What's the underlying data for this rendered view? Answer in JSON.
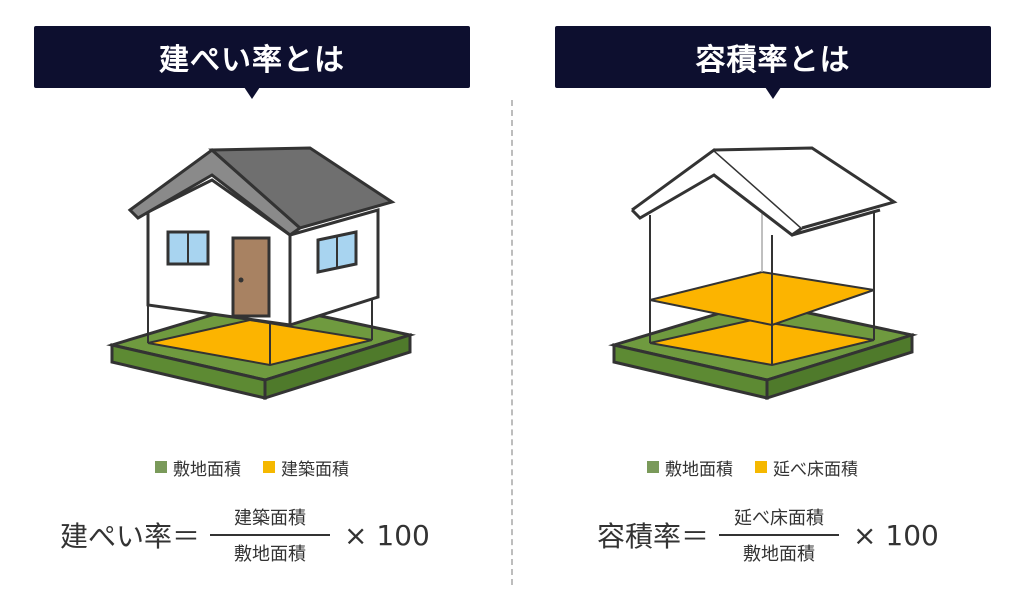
{
  "left": {
    "title": "建ぺい率とは",
    "legend": [
      {
        "label": "敷地面積",
        "color": "#7a9a5a"
      },
      {
        "label": "建築面積",
        "color": "#f5b800"
      }
    ],
    "formula": {
      "lhs": "建ぺい率＝",
      "numerator": "建築面積",
      "denominator": "敷地面積",
      "multiplier": "× 100"
    }
  },
  "right": {
    "title": "容積率とは",
    "legend": [
      {
        "label": "敷地面積",
        "color": "#7a9a5a"
      },
      {
        "label": "延べ床面積",
        "color": "#f5b800"
      }
    ],
    "formula": {
      "lhs": "容積率＝",
      "numerator": "延べ床面積",
      "denominator": "敷地面積",
      "multiplier": "× 100"
    }
  },
  "colors": {
    "title_bg": "#0d0f2f",
    "ground": "#6f9a3f",
    "floor": "#fcb400",
    "roof": "#707070",
    "wall": "#ffffff",
    "outline": "#333333"
  }
}
